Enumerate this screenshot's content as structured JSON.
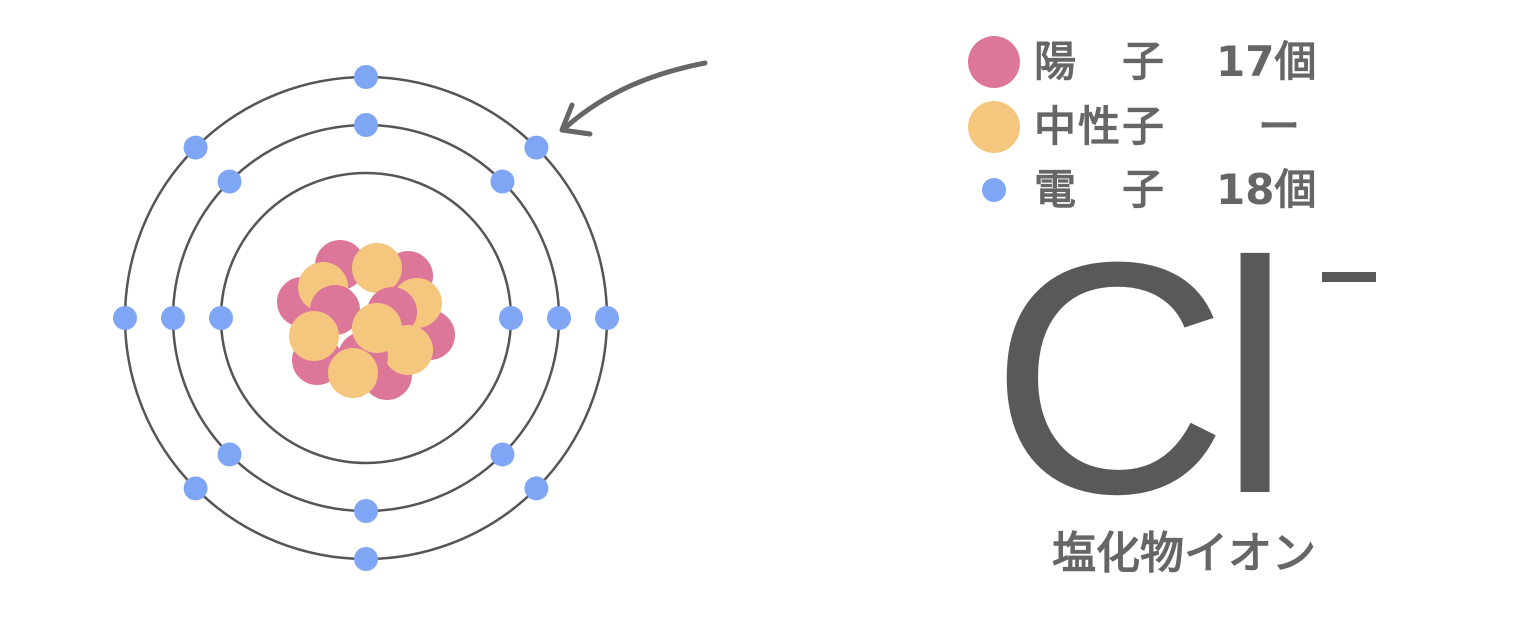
{
  "legend": [
    {
      "label": "陽　子",
      "count": "17個",
      "color": "#DD7799",
      "icon": "proton-dot"
    },
    {
      "label": "中性子",
      "count": "ー",
      "color": "#F5C77E",
      "icon": "neutron-dot"
    },
    {
      "label": "電　子",
      "count": "18個",
      "color": "#7FA6F5",
      "icon": "electron-dot"
    }
  ],
  "ion": {
    "symbol": "Cl",
    "charge": "−",
    "name": "塩化物イオン"
  },
  "atom": {
    "shells": [
      2,
      8,
      8
    ],
    "protons": 17,
    "electrons": 18
  },
  "colors": {
    "proton": "#DD7799",
    "neutron": "#F5C77E",
    "electron": "#7FA6F5",
    "orbit": "#555555",
    "text": "#666666"
  }
}
